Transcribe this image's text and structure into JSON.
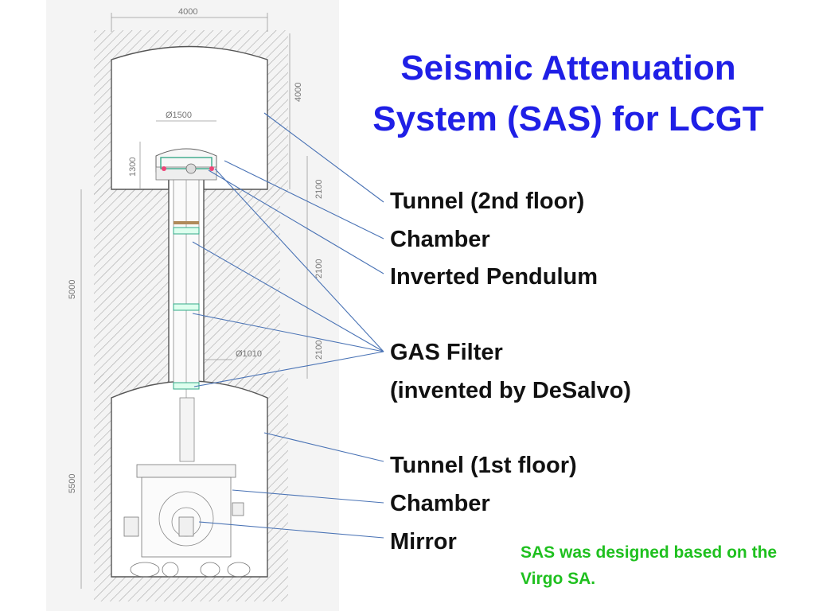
{
  "title": {
    "line1": "Seismic Attenuation",
    "line2": "System (SAS) for LCGT"
  },
  "labels": {
    "tunnel_2nd": "Tunnel (2nd floor)",
    "chamber_upper": "Chamber",
    "inverted_pendulum": "Inverted Pendulum",
    "gas_filter": "GAS Filter",
    "gas_filter_note": "(invented by DeSalvo)",
    "tunnel_1st": "Tunnel (1st floor)",
    "chamber_lower": "Chamber",
    "mirror": "Mirror"
  },
  "note": "SAS was designed based on the Virgo SA.",
  "dimensions": {
    "width_top": "4000",
    "height_top": "4000",
    "diameter_chamber": "Ø1500",
    "chamber_height": "1300",
    "seg1": "2100",
    "seg2": "2100",
    "seg3": "2100",
    "shaft": "5000",
    "diameter_shaft": "Ø1010",
    "bottom": "5500"
  },
  "colors": {
    "title": "#1f1fe6",
    "note": "#1fc01f",
    "leader": "#4a73b5",
    "hatch": "#aaaaaa"
  }
}
